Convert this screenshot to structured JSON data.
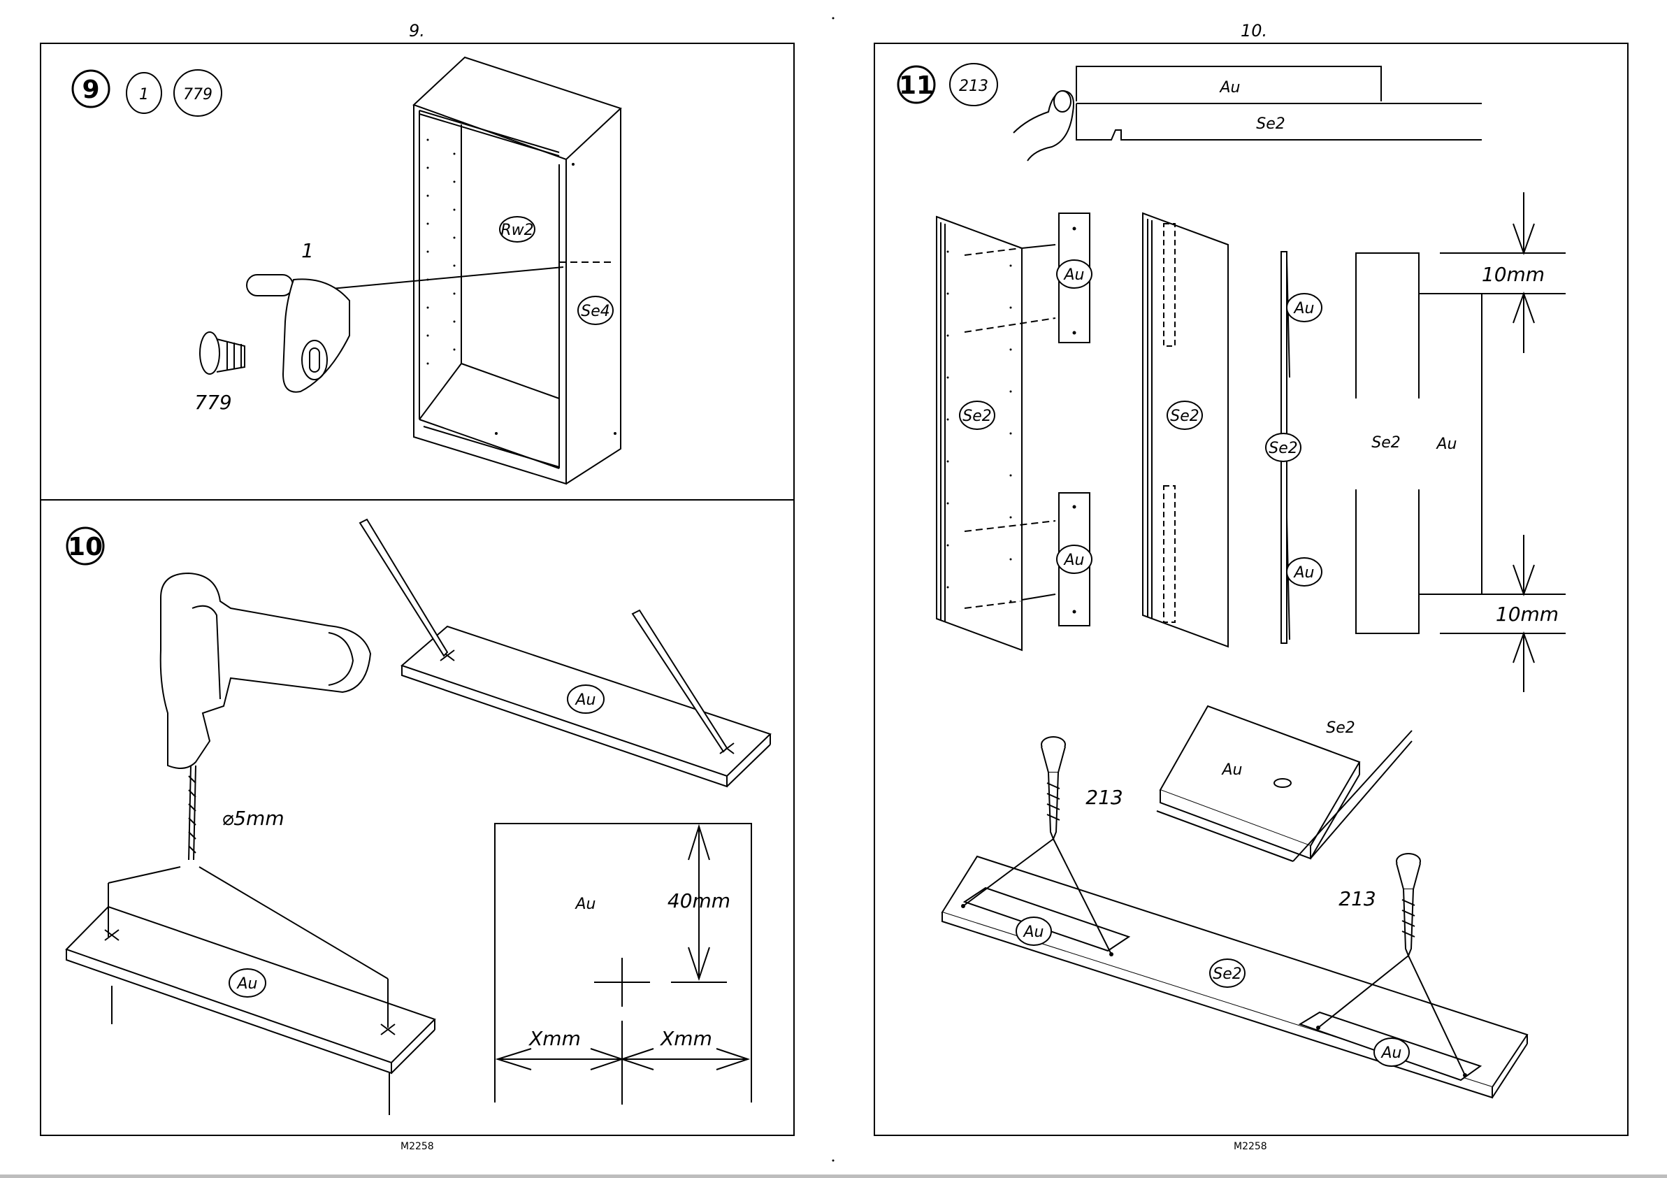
{
  "pages": [
    {
      "number": "9.",
      "footer": "M2258"
    },
    {
      "number": "10.",
      "footer": "M2258"
    }
  ],
  "step9": {
    "number": "9",
    "parts": [
      "1",
      "779"
    ],
    "callouts": {
      "fitting": "1",
      "screw": "779",
      "back_panel": "Rw2",
      "side_panel": "Se4"
    }
  },
  "step10": {
    "number": "10",
    "panel_label": "Au",
    "drill_size": "⌀5mm",
    "detail": {
      "label": "Au",
      "vertical": "40mm",
      "horizontal_left": "Xmm",
      "horizontal_right": "Xmm"
    }
  },
  "step11": {
    "number": "11",
    "parts": [
      "213"
    ],
    "top_labels": {
      "upper": "Au",
      "lower": "Se2"
    },
    "panels": {
      "se2": "Se2",
      "au": "Au"
    },
    "dimension_top": "10mm",
    "dimension_bottom": "10mm",
    "section_labels": {
      "left": "Se2",
      "right": "Au"
    },
    "assembly": {
      "screw": "213",
      "se2": "Se2",
      "au": "Au"
    }
  },
  "icons": [
    "drill-icon",
    "pencil-icon",
    "screw-icon",
    "hand-icon",
    "shelf-support-icon"
  ]
}
